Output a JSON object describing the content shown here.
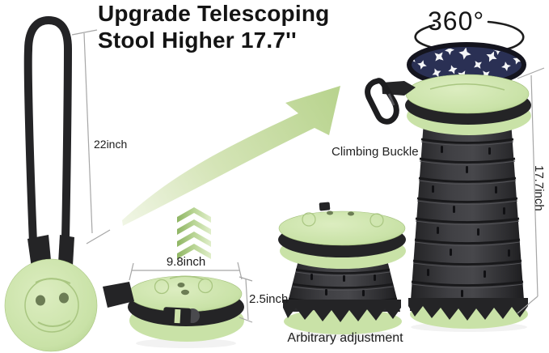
{
  "title": {
    "line1": "Upgrade Telescoping",
    "line2": "Stool Higher 17.7''"
  },
  "labels": {
    "rotation": "360°",
    "strap_length": "22inch",
    "seat_diameter": "9.8inch",
    "folded_height": "2.5inch",
    "extended_height": "17.7inch",
    "buckle": "Climbing Buckle",
    "adjustment": "Arbitrary adjustment"
  },
  "colors": {
    "stool_green": "#c9e2a7",
    "stool_green_light": "#ddeec3",
    "stool_green_dark": "#a9c681",
    "hole_olive": "#6c7d55",
    "strap_black": "#242426",
    "body_charcoal": "#39393c",
    "body_shadow": "#18181a",
    "cushion_navy": "#2a3054",
    "cushion_rim": "#14141e",
    "pattern_white": "#f4f5f7",
    "arrow_green": "#bcd695",
    "measure_gray": "#a6a6a6",
    "text_dark": "#1c1c1c"
  }
}
